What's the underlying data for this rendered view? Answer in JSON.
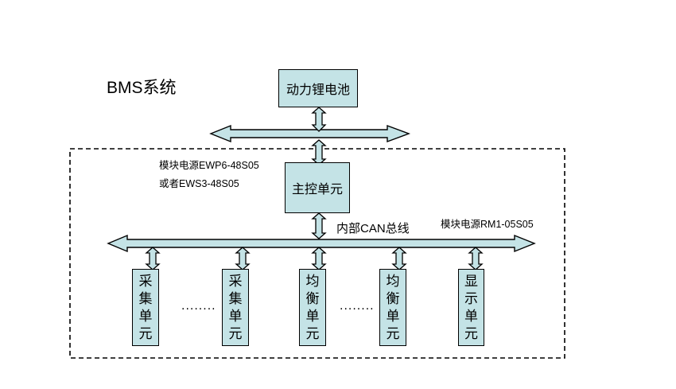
{
  "title": "BMS系统",
  "battery": {
    "label": "动力锂电池"
  },
  "main_control": {
    "label": "主控单元"
  },
  "notes": {
    "module_power_1": "模块电源EWP6-48S05",
    "module_power_2": "或者EWS3-48S05",
    "module_power_3": "模块电源RM1-05S05"
  },
  "internal_bus": {
    "label": "内部CAN总线"
  },
  "units": [
    {
      "label": "采集单元",
      "chars": [
        "采",
        "集",
        "单",
        "元"
      ]
    },
    {
      "label": "采集单元",
      "chars": [
        "采",
        "集",
        "单",
        "元"
      ]
    },
    {
      "label": "均衡单元",
      "chars": [
        "均",
        "衡",
        "单",
        "元"
      ]
    },
    {
      "label": "均衡单元",
      "chars": [
        "均",
        "衡",
        "单",
        "元"
      ]
    },
    {
      "label": "显示单元",
      "chars": [
        "显",
        "示",
        "单",
        "元"
      ]
    }
  ],
  "ellipses": [
    "........",
    "........"
  ],
  "colors": {
    "box_fill": "#c4e3e6",
    "arrow_fill": "#c4e3e6",
    "outline": "#000000"
  }
}
